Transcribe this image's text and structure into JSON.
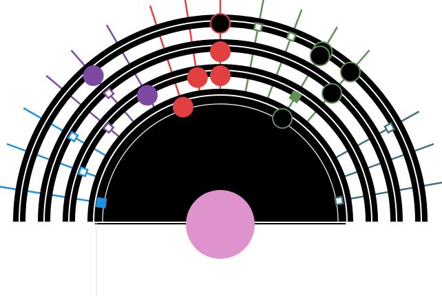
{
  "diagram": {
    "description": "",
    "colors": {
      "background": "#ffffff",
      "ring": "#000000",
      "inner_fill": "#000000",
      "center_disc": "#de93cc",
      "guide_line": "#dddddd",
      "blue": "#1e90e0",
      "purple": "#7b4aa0",
      "red": "#e04040",
      "green": "#5e8f55",
      "teal": "#3d7080",
      "open_marker_fill": "#ffffff"
    },
    "spokes": [
      {
        "color_key": "blue",
        "angle_deg": 171
      },
      {
        "color_key": "blue",
        "angle_deg": 160
      },
      {
        "color_key": "blue",
        "angle_deg": 150
      },
      {
        "color_key": "purple",
        "angle_deg": 140
      },
      {
        "color_key": "purple",
        "angle_deg": 131
      },
      {
        "color_key": "purple",
        "angle_deg": 120
      },
      {
        "color_key": "red",
        "angle_deg": 108
      },
      {
        "color_key": "red",
        "angle_deg": 99
      },
      {
        "color_key": "red",
        "angle_deg": 90
      },
      {
        "color_key": "green",
        "angle_deg": 79
      },
      {
        "color_key": "green",
        "angle_deg": 69
      },
      {
        "color_key": "green",
        "angle_deg": 59
      },
      {
        "color_key": "green",
        "angle_deg": 49
      },
      {
        "color_key": "teal",
        "angle_deg": 29
      },
      {
        "color_key": "teal",
        "angle_deg": 20
      },
      {
        "color_key": "teal",
        "angle_deg": 10
      }
    ],
    "markers": [
      {
        "shape": "square",
        "filled": true,
        "color_key": "blue",
        "angle_deg": 171,
        "ring": 0
      },
      {
        "shape": "square",
        "filled": false,
        "color_key": "blue",
        "angle_deg": 160,
        "ring": 1
      },
      {
        "shape": "square",
        "filled": false,
        "color_key": "blue",
        "angle_deg": 150,
        "ring": 2
      },
      {
        "shape": "square",
        "filled": false,
        "color_key": "purple",
        "angle_deg": 140,
        "ring": 1
      },
      {
        "shape": "square",
        "filled": false,
        "color_key": "purple",
        "angle_deg": 131,
        "ring": 2
      },
      {
        "shape": "circle",
        "filled": true,
        "color_key": "purple",
        "angle_deg": 131,
        "ring": 3
      },
      {
        "shape": "circle",
        "filled": true,
        "color_key": "purple",
        "angle_deg": 120,
        "ring": 1
      },
      {
        "shape": "circle",
        "filled": true,
        "color_key": "red",
        "angle_deg": 108,
        "ring": 0
      },
      {
        "shape": "circle",
        "filled": true,
        "color_key": "red",
        "angle_deg": 99,
        "ring": 1
      },
      {
        "shape": "circle",
        "filled": true,
        "color_key": "red",
        "angle_deg": 90,
        "ring": 1
      },
      {
        "shape": "circle",
        "filled": true,
        "color_key": "red",
        "angle_deg": 90,
        "ring": 2
      },
      {
        "shape": "circle",
        "filled": false,
        "color_key": "red",
        "angle_deg": 90,
        "ring": 4
      },
      {
        "shape": "square",
        "filled": false,
        "color_key": "green",
        "angle_deg": 79,
        "ring": 4
      },
      {
        "shape": "square",
        "filled": false,
        "color_key": "green",
        "angle_deg": 69,
        "ring": 4
      },
      {
        "shape": "circle",
        "filled": false,
        "color_key": "green",
        "angle_deg": 59,
        "ring": 4
      },
      {
        "shape": "circle",
        "filled": false,
        "color_key": "green",
        "angle_deg": 59,
        "ring": 3
      },
      {
        "shape": "square",
        "filled": true,
        "color_key": "green",
        "angle_deg": 59,
        "ring": 1
      },
      {
        "shape": "circle",
        "filled": false,
        "color_key": "green",
        "angle_deg": 49,
        "ring": 2
      },
      {
        "shape": "circle",
        "filled": false,
        "color_key": "green",
        "angle_deg": 49,
        "ring": 4
      },
      {
        "shape": "circle",
        "filled": false,
        "color_key": "green",
        "angle_deg": 59,
        "ring": 0
      },
      {
        "shape": "square",
        "filled": false,
        "color_key": "teal",
        "angle_deg": 29,
        "ring": 3
      },
      {
        "shape": "square",
        "filled": false,
        "color_key": "teal",
        "angle_deg": 10,
        "ring": 0
      }
    ]
  }
}
